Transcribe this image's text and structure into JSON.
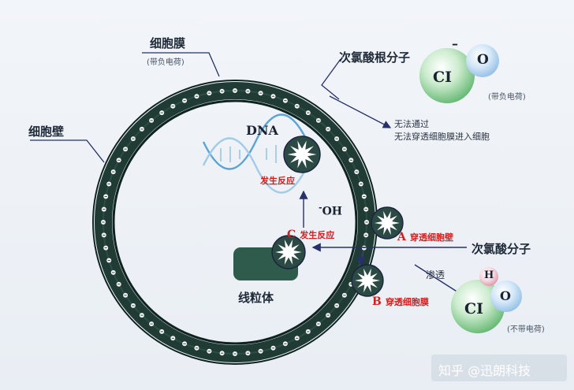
{
  "labels": {
    "membrane": "细胞膜",
    "membrane_charge": "(带负电荷)",
    "wall": "细胞壁",
    "hypochlorite_ion": "次氯酸根分子",
    "ion_charge": "(带负电荷)",
    "note_line1": "无法通过",
    "note_line2": "无法穿透细胞膜进入细胞",
    "dna": "DNA",
    "react_dna": "发生反应",
    "oh": "OH",
    "oh_sup": "-",
    "c_letter": "C",
    "c_text": "发生反应",
    "a_letter": "A",
    "a_text": "穿透细胞壁",
    "b_letter": "B",
    "b_text": "穿透细胞膜",
    "hypochlorous_acid": "次氯酸分子",
    "permeate": "渗透",
    "mitochondria": "线粒体",
    "acid_charge": "(不带电荷)",
    "watermark": "知乎 @迅朗科技"
  },
  "molecules": {
    "ion_cl": "CI",
    "ion_o": "O",
    "ion_minus": "–",
    "acid_cl": "CI",
    "acid_o": "O",
    "acid_h": "H"
  },
  "colors": {
    "cell_wall": "#1f3b34",
    "arrow": "#26306b",
    "reaction_red": "#d41f1f",
    "cl_green": "#6fc07d",
    "o_blue": "#9fc8ec",
    "h_pink": "#e6a8b8",
    "mitochondria": "#2f5b4d"
  }
}
